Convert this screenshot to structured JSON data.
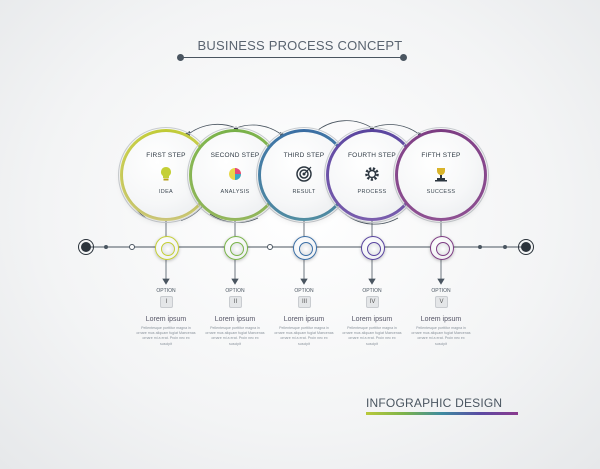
{
  "title": "BUSINESS PROCESS CONCEPT",
  "footer": "INFOGRAPHIC DESIGN",
  "colors": {
    "accent_line": "#4a5560",
    "rainbow": [
      "#b9c93a",
      "#7cb34a",
      "#3d8aa0",
      "#5b4aa3",
      "#8a3a8e"
    ]
  },
  "steps": [
    {
      "label": "FIRST STEP",
      "sub": "IDEA",
      "icon": "lightbulb-icon",
      "color": "#c4cf36",
      "color2": "#e6e08a",
      "option": "OPTION",
      "roman": "I",
      "lorem_title": "Lorem ipsum",
      "lorem_text": "Pellentesque porttitor magna in ornare mus aliquam fugiat Maecenas ornare mi a erat. Proin nec ex suscipit"
    },
    {
      "label": "SECOND STEP",
      "sub": "ANALYSIS",
      "icon": "pie-chart-icon",
      "color": "#7ab44a",
      "color2": "#a9d06a",
      "option": "OPTION",
      "roman": "II",
      "lorem_title": "Lorem ipsum",
      "lorem_text": "Pellentesque porttitor magna in ornare mus aliquam fugiat Maecenas ornare mi a erat. Proin nec ex suscipit"
    },
    {
      "label": "THIRD STEP",
      "sub": "RESULT",
      "icon": "target-icon",
      "color": "#3b6fa6",
      "color2": "#5ea2b8",
      "option": "OPTION",
      "roman": "III",
      "lorem_title": "Lorem ipsum",
      "lorem_text": "Pellentesque porttitor magna in ornare mus aliquam fugiat Maecenas ornare mi a erat. Proin nec ex suscipit"
    },
    {
      "label": "FOURTH STEP",
      "sub": "PROCESS",
      "icon": "gear-icon",
      "color": "#5a45a0",
      "color2": "#8c6cc6",
      "option": "OPTION",
      "roman": "IV",
      "lorem_title": "Lorem ipsum",
      "lorem_text": "Pellentesque porttitor magna in ornare mus aliquam fugiat Maecenas ornare mi a erat. Proin nec ex suscipit"
    },
    {
      "label": "FIFTH STEP",
      "sub": "SUCCESS",
      "icon": "trophy-icon",
      "color": "#7e3d84",
      "color2": "#a35ea8",
      "option": "OPTION",
      "roman": "V",
      "lorem_title": "Lorem ipsum",
      "lorem_text": "Pellentesque porttitor magna in ornare mus aliquam fugiat Maecenas ornare mi a erat. Proin nec ex suscipit"
    }
  ]
}
